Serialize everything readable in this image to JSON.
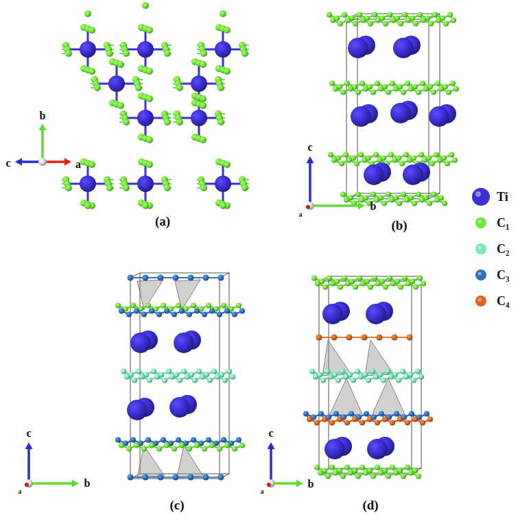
{
  "diagram": {
    "labels": [
      "b",
      "c",
      "a",
      "(a)",
      "c",
      "b",
      "a",
      "(b)",
      "c",
      "b",
      "a",
      "(c)",
      "c",
      "b",
      "a",
      "(d)"
    ],
    "legend": [
      {
        "text": "Ti",
        "color": "#3b2fd6"
      },
      {
        "text": "C₁",
        "color": "#6ee83c"
      },
      {
        "text": "C₂",
        "color": "#78eab4"
      },
      {
        "text": "C₃",
        "color": "#2f6fc0"
      },
      {
        "text": "C₄",
        "color": "#e0621c"
      }
    ]
  }
}
